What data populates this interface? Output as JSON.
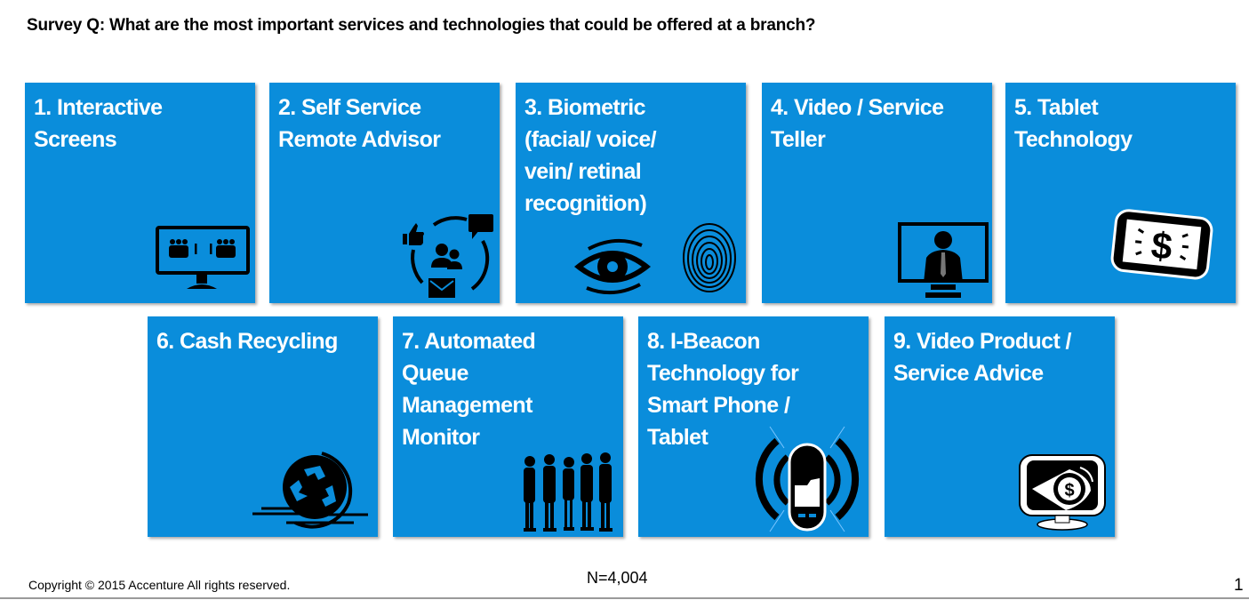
{
  "title": "Survey Q: What are the most important services and technologies that could be offered at a branch?",
  "tile_color": "#0a8ddb",
  "tiles": [
    {
      "label": "1. Interactive\nScreens",
      "icon": "monitor-people-icon"
    },
    {
      "label": "2. Self Service\nRemote Advisor",
      "icon": "social-engagement-icon"
    },
    {
      "label": "3.  Biometric\n(facial/ voice/\nvein/ retinal\nrecognition)",
      "icon": "eye-fingerprint-icon"
    },
    {
      "label": "4.  Video / Service\nTeller",
      "icon": "video-teller-icon"
    },
    {
      "label": "5.  Tablet\nTechnology",
      "icon": "tablet-dollar-icon"
    },
    {
      "label": "6.  Cash Recycling",
      "icon": "recycle-coin-icon"
    },
    {
      "label": "7. Automated\nQueue\nManagement\nMonitor",
      "icon": "queue-people-icon"
    },
    {
      "label": "8. I-Beacon\nTechnology for\nSmart Phone /\nTablet",
      "icon": "beacon-phone-icon"
    },
    {
      "label": "9. Video Product /\nService Advice",
      "icon": "monitor-eye-dollar-icon"
    }
  ],
  "footer": {
    "copyright": "Copyright © 2015 Accenture  All rights reserved.",
    "sample_size": "N=4,004",
    "page_number": "1"
  }
}
